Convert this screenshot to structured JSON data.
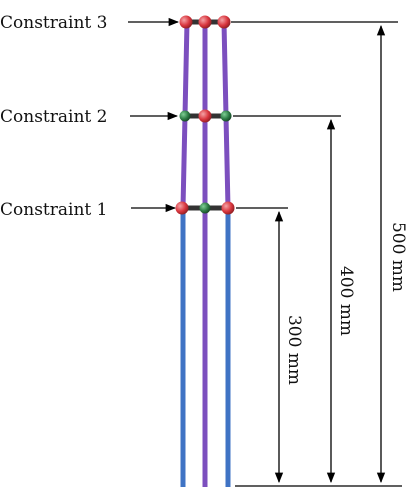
{
  "constraints": [
    {
      "label": "Constraint 1"
    },
    {
      "label": "Constraint 2"
    },
    {
      "label": "Constraint 3"
    }
  ],
  "dimensions": [
    {
      "label": "300 mm"
    },
    {
      "label": "400 mm"
    },
    {
      "label": "500 mm"
    }
  ],
  "colors": {
    "rod_lower": "#3f73c4",
    "rod_upper": "#7c4fbe",
    "bar": "#333333",
    "joint_red": "#d9363e",
    "joint_green": "#2e7d46",
    "line": "#000000"
  }
}
